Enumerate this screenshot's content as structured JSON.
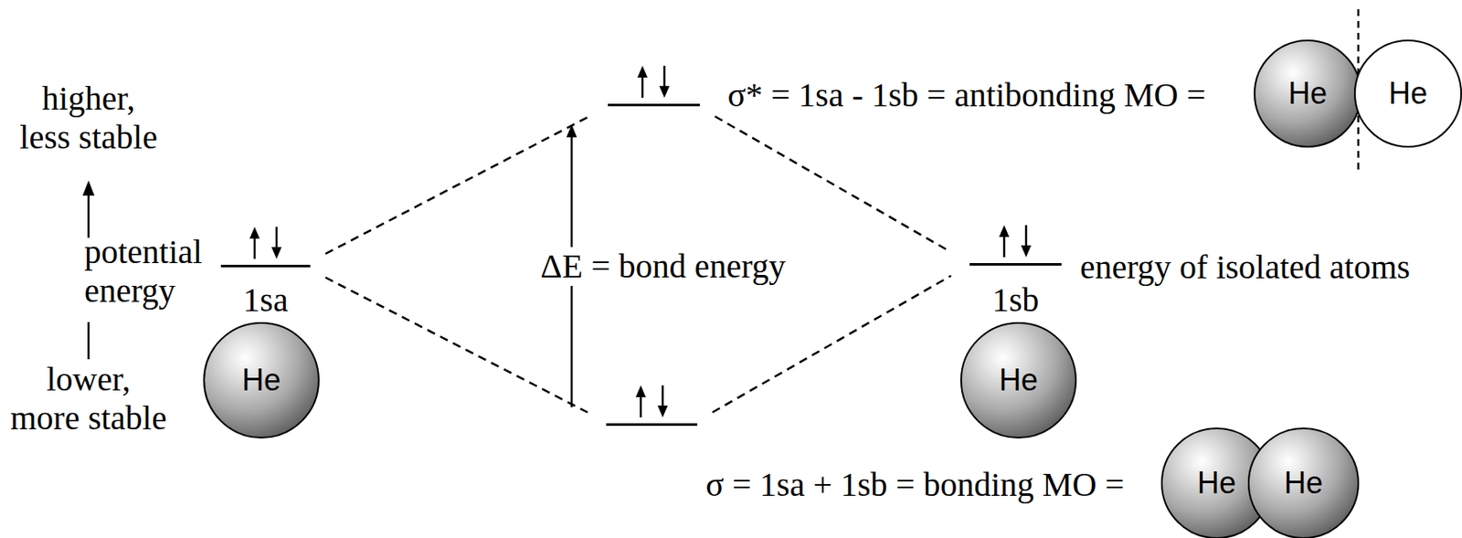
{
  "diagram": {
    "nodes": [
      {
        "text": [
          "σ* = 1sa - 1sb = antibonding MO ="
        ]
      },
      {
        "text": [
          "He"
        ]
      },
      {
        "text": [
          "He"
        ]
      },
      {
        "text": [
          "1sa"
        ]
      },
      {
        "text": [
          "He"
        ]
      },
      {
        "text": [
          "1sb",
          "energy of isolated atoms"
        ]
      },
      {
        "text": [
          "He"
        ]
      },
      {
        "text": [
          "σ = 1sa + 1sb = bonding MO ="
        ]
      },
      {
        "text": [
          "He"
        ]
      },
      {
        "text": [
          "He"
        ]
      }
    ],
    "edges": [
      {
        "from": 3,
        "to": 0,
        "arrow": "none"
      },
      {
        "from": 3,
        "to": 7,
        "arrow": "none"
      },
      {
        "from": 0,
        "to": 5,
        "arrow": "none"
      },
      {
        "from": 7,
        "to": 5,
        "arrow": "none"
      },
      {
        "from": 7,
        "to": 0,
        "arrow": "to",
        "label": "ΔE = bond energy"
      }
    ],
    "labels": [
      "higher, less stable",
      "potential energy",
      "lower, more stable"
    ]
  }
}
